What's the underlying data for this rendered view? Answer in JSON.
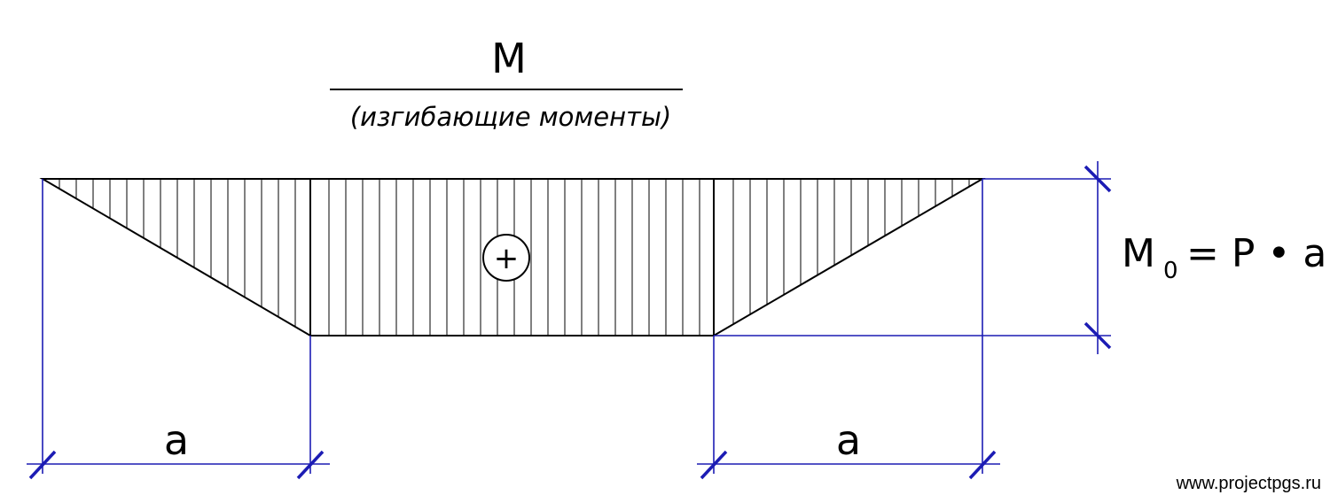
{
  "title": "M",
  "subtitle": "(изгибающие моменты)",
  "sign": "+",
  "dimension_label_left": "a",
  "dimension_label_right": "a",
  "formula": {
    "lhs": "M",
    "lhs_subscript": "0",
    "rhs": "= P • a"
  },
  "watermark": "www.projectpgs.ru",
  "colors": {
    "outline": "#000000",
    "hatch": "#000000",
    "dimension": "#1c1cb4"
  }
}
